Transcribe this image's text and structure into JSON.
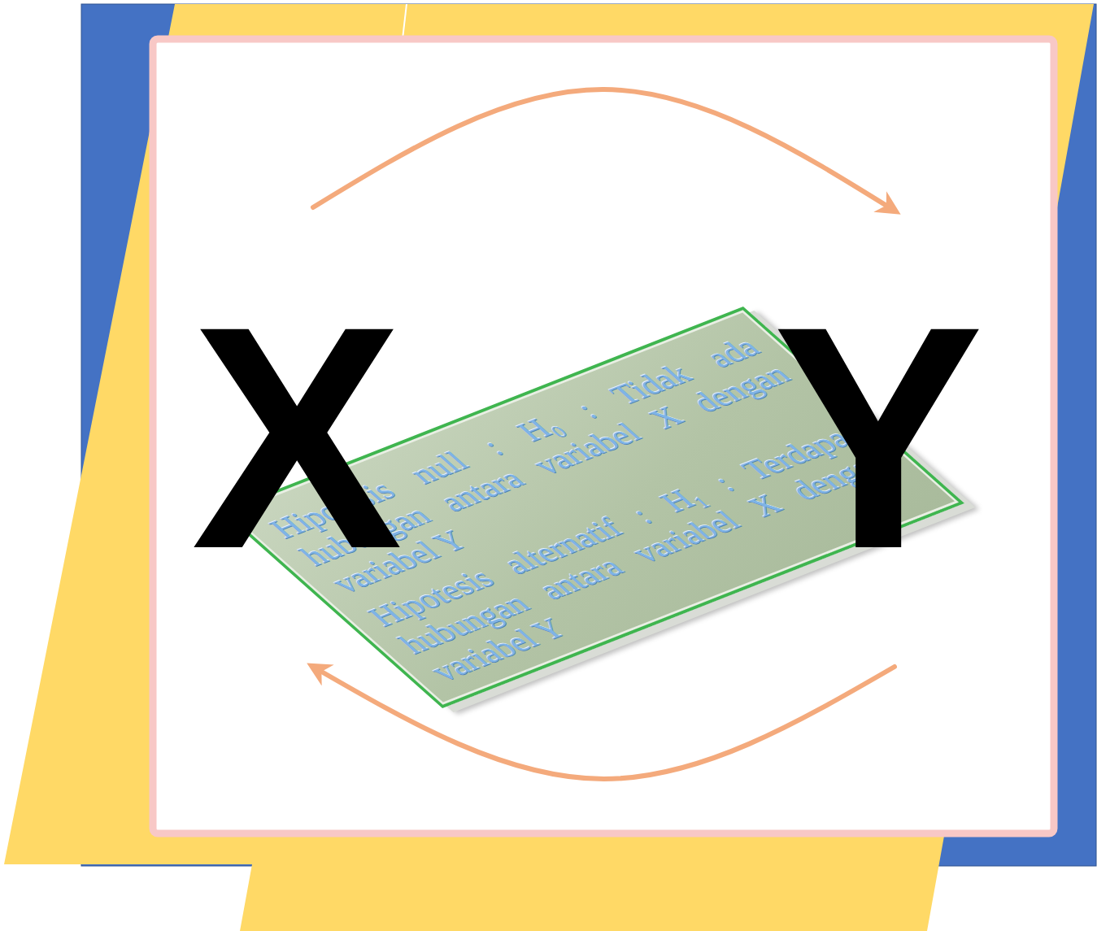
{
  "diagram": {
    "nodes": [
      {
        "text": [
          "X"
        ]
      },
      {
        "text": [
          "Y"
        ]
      },
      {
        "text": [
          "Hipotesis null : H₀ : Tidak ada hubungan antara variabel X dengan variabel Y",
          "Hipotesis alternatif : H₁ : Terdapat hubungan antara variabel X dengan variabel Y"
        ]
      }
    ],
    "edges": [
      {
        "from": 0,
        "to": 1,
        "arrow": "to"
      },
      {
        "from": 1,
        "to": 0,
        "arrow": "to"
      }
    ]
  }
}
